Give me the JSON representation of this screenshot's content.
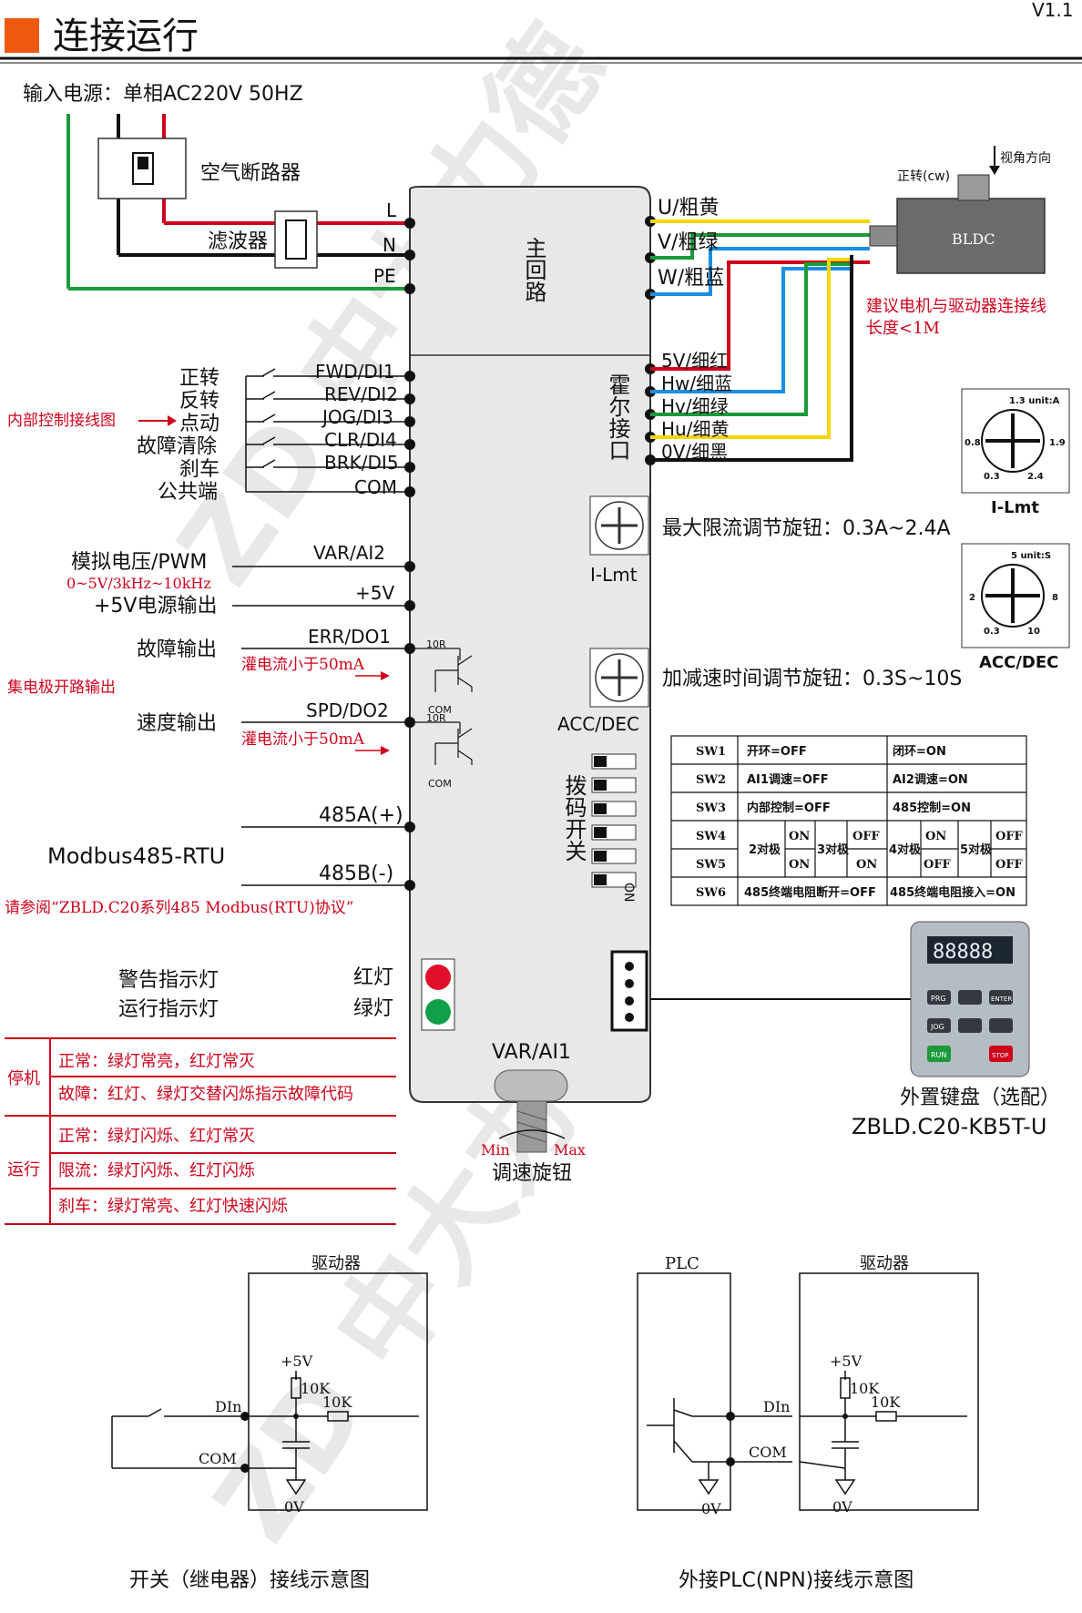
{
  "header": {
    "title": "连接运行",
    "version": "V1.1"
  },
  "power": {
    "input_label": "输入电源：单相AC220V 50HZ",
    "breaker": "空气断路器",
    "filter": "滤波器",
    "L": "L",
    "N": "N",
    "PE": "PE"
  },
  "main_circuit": "主回路",
  "motor": {
    "u": "U/粗黄",
    "v": "V/粗绿",
    "w": "W/粗蓝",
    "name": "BLDC",
    "view_dir": "视角方向",
    "cw": "正转(cw)",
    "note1": "建议电机与驱动器连接线",
    "note2": "长度<1M"
  },
  "hall": {
    "label": "霍尔接口",
    "pins": [
      "5V/细红",
      "Hw/细蓝",
      "Hv/细绿",
      "Hu/细黄",
      "0V/细黑"
    ]
  },
  "inputs": {
    "names": [
      "正转",
      "反转",
      "点动",
      "故障清除",
      "刹车",
      "公共端"
    ],
    "pins": [
      "FWD/DI1",
      "REV/DI2",
      "JOG/DI3",
      "CLR/DI4",
      "BRK/DI5",
      "COM"
    ],
    "internal_note": "内部控制接线图"
  },
  "analog": {
    "label": "模拟电压/PWM",
    "range": "0~5V/3kHz~10kHz",
    "pin": "VAR/AI2",
    "supply_label": "+5V电源输出",
    "supply_pin": "+5V"
  },
  "outputs": {
    "fault_label": "故障输出",
    "fault_pin": "ERR/DO1",
    "speed_label": "速度输出",
    "speed_pin": "SPD/DO2",
    "sink_note": "灌电流小于50mA",
    "oc_note": "集电极开路输出",
    "r10": "10R",
    "com": "COM"
  },
  "rs485": {
    "a": "485A(+)",
    "b": "485B(-)",
    "label": "Modbus485-RTU",
    "note": "请参阅“ZBLD.C20系列485 Modbus(RTU)协议”"
  },
  "knobs": {
    "ilmt": "I-Lmt",
    "ilmt_desc": "最大限流调节旋钮：0.3A~2.4A",
    "ilmt_dial": {
      "unit": "1.3 unit:A",
      "left": "0.8",
      "right": "1.9",
      "bl": "0.3",
      "br": "2.4",
      "title": "I-Lmt"
    },
    "acc": "ACC/DEC",
    "acc_desc": "加减速时间调节旋钮：0.3S~10S",
    "acc_dial": {
      "unit": "5  unit:S",
      "left": "2",
      "right": "8",
      "bl": "0.3",
      "br": "10",
      "title": "ACC/DEC"
    }
  },
  "dip": {
    "label": "拨码开关",
    "on": "ON"
  },
  "sw_table": [
    [
      "SW1",
      "开环=OFF",
      "闭环=ON"
    ],
    [
      "SW2",
      "AI1调速=OFF",
      "AI2调速=ON"
    ],
    [
      "SW3",
      "内部控制=OFF",
      "485控制=ON"
    ],
    [
      "SW4",
      "2对极",
      "3对极",
      "4对极",
      "5对极"
    ],
    [
      "SW5",
      "ON",
      "OFF"
    ],
    [
      "SW6",
      "485终端电阻断开=OFF",
      "485终端电阻接入=ON"
    ]
  ],
  "leds": {
    "warn": "警告指示灯",
    "run": "运行指示灯",
    "red": "红灯",
    "green": "绿灯"
  },
  "status": {
    "stop": "停机",
    "run": "运行",
    "rows": [
      "正常：绿灯常亮，红灯常灭",
      "故障：红灯、绿灯交替闪烁指示故障代码",
      "正常：绿灯闪烁、红灯常灭",
      "限流：绿灯闪烁、红灯闪烁",
      "刹车：绿灯常亮、红灯快速闪烁"
    ]
  },
  "speed_knob": {
    "pin": "VAR/AI1",
    "min": "Min",
    "max": "Max",
    "label": "调速旋钮"
  },
  "keypad": {
    "label1": "外置键盘（选配）",
    "label2": "ZBLD.C20-KB5T-U",
    "display": "88888",
    "keys": [
      "PRG",
      "ENTER",
      "JOG",
      "RUN",
      "STOP"
    ]
  },
  "circuits": {
    "driver": "驱动器",
    "plc": "PLC",
    "v5": "+5V",
    "r10k": "10K",
    "din": "DIn",
    "com": "COM",
    "v0": "0V",
    "cap1": "开关（继电器）接线示意图",
    "cap2": "外接PLC(NPN)接线示意图"
  },
  "watermark": "ZD 中大力德"
}
